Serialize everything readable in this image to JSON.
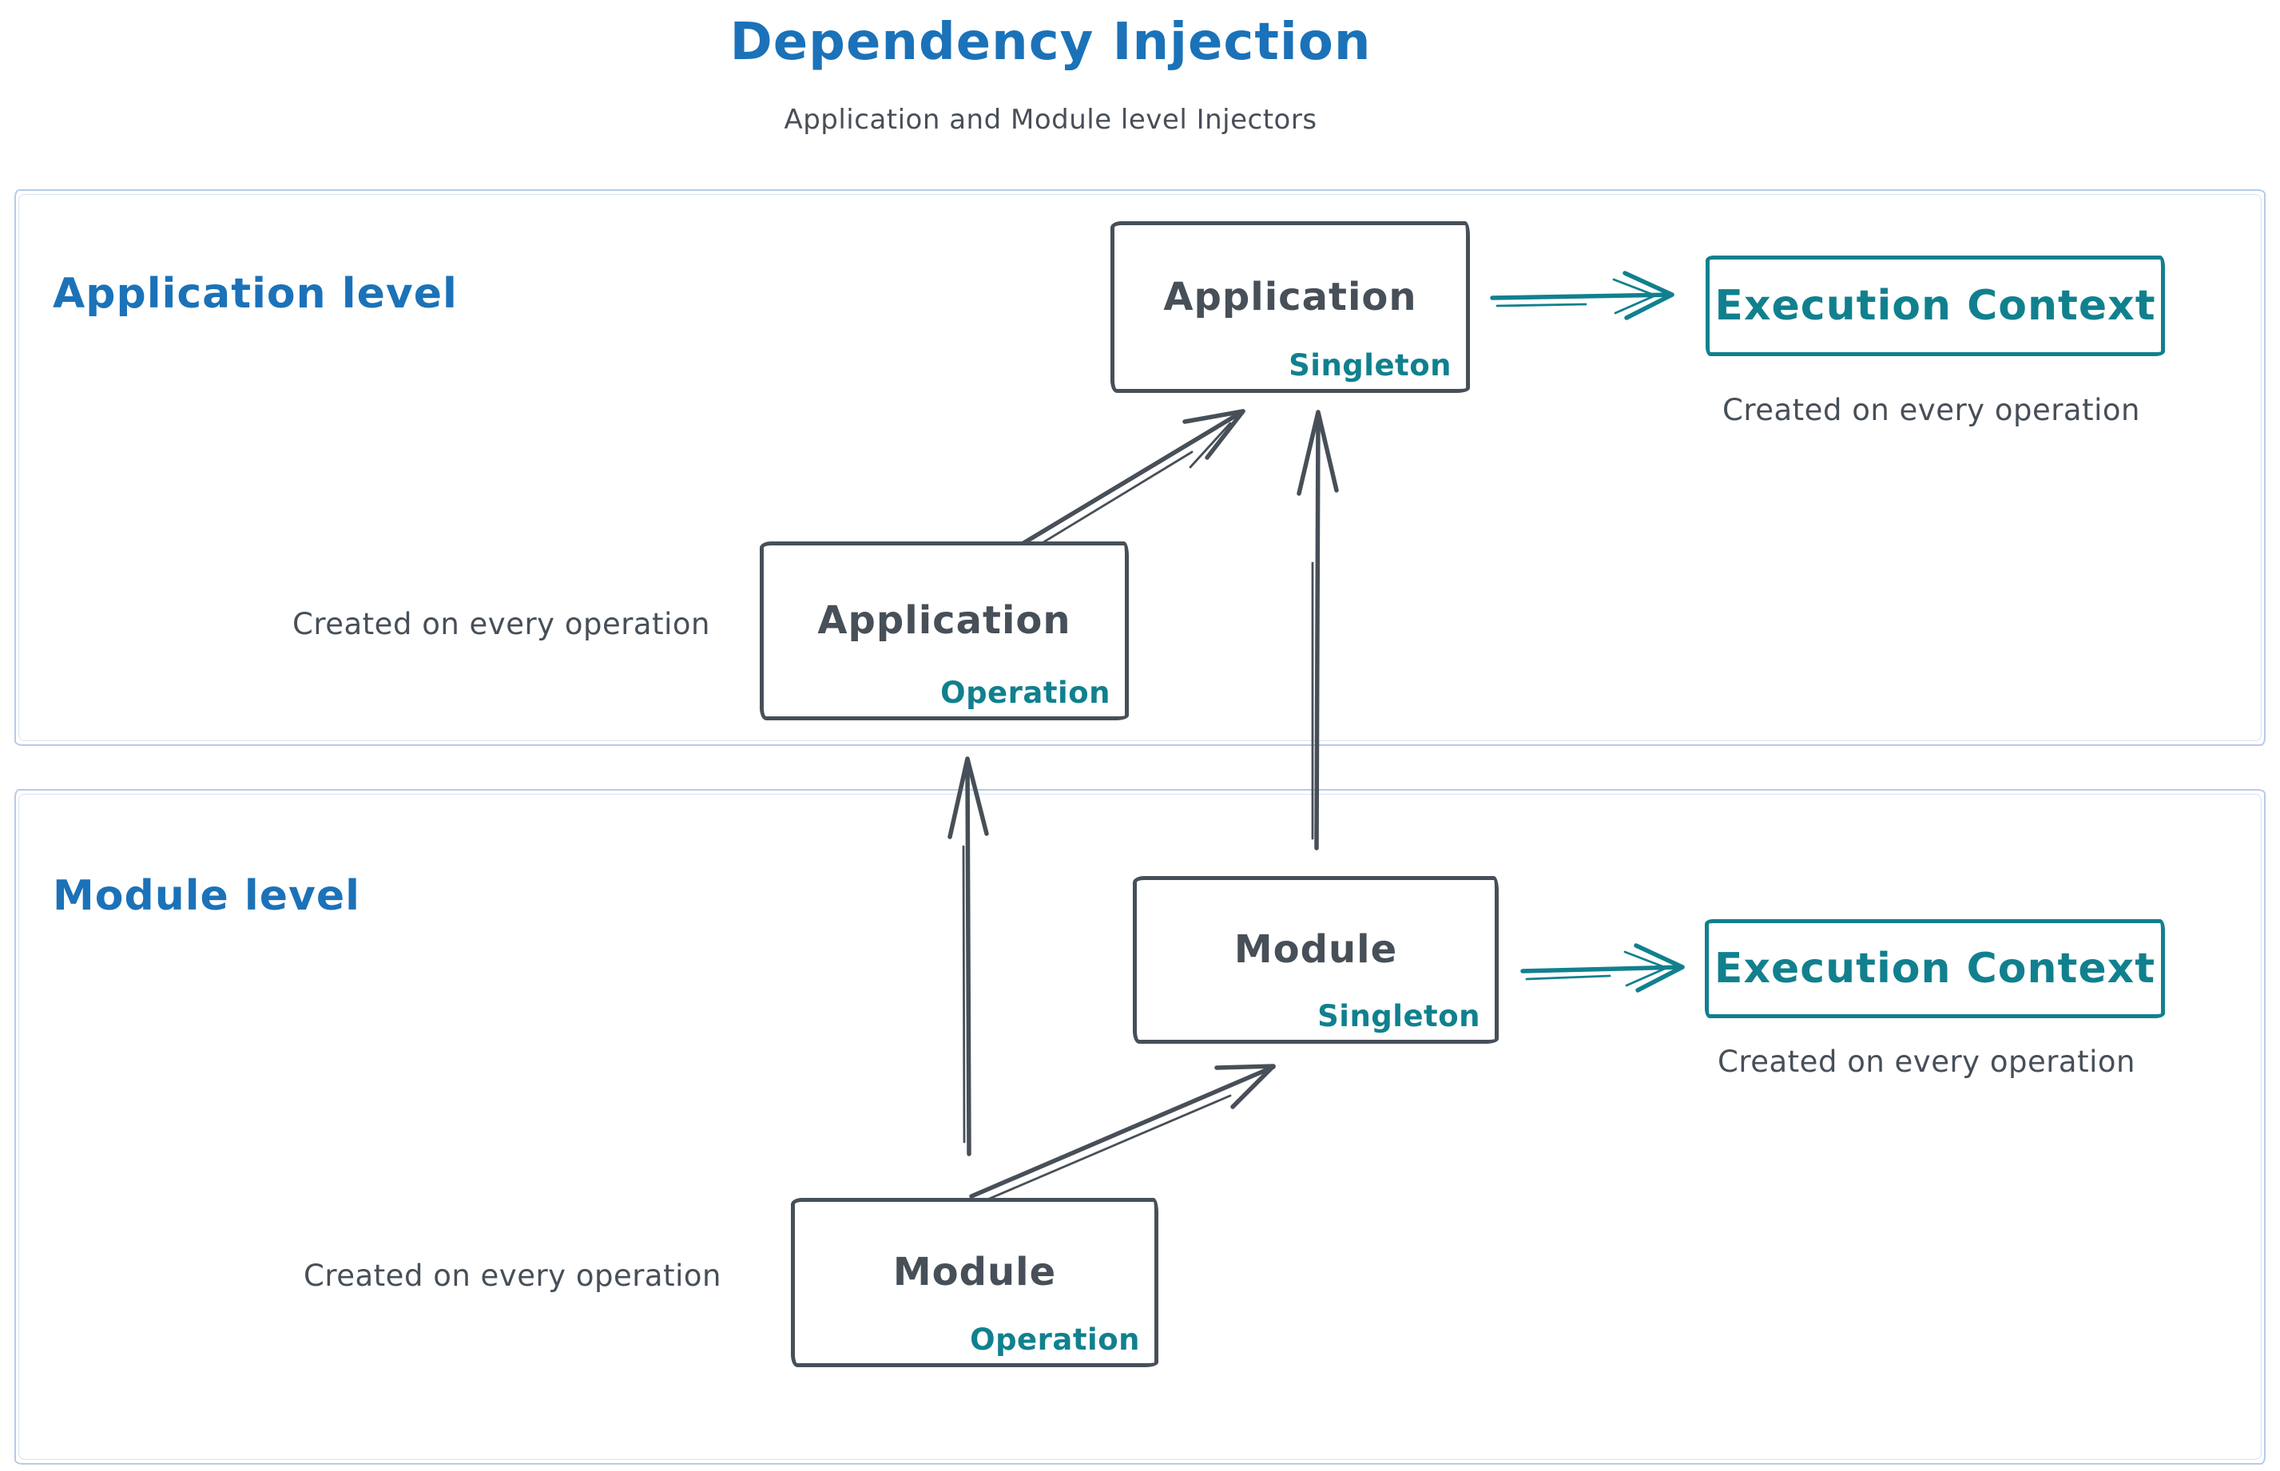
{
  "title": "Dependency Injection",
  "subtitle": "Application and Module level Injectors",
  "colors": {
    "blue": "#1b72b8",
    "ink": "#474f58",
    "teal": "#11808e",
    "container_border": "#b7cbe7"
  },
  "sections": {
    "application": {
      "label": "Application level"
    },
    "module": {
      "label": "Module level"
    }
  },
  "nodes": {
    "app_singleton": {
      "title": "Application",
      "badge": "Singleton"
    },
    "app_operation": {
      "title": "Application",
      "badge": "Operation"
    },
    "module_singleton": {
      "title": "Module",
      "badge": "Singleton"
    },
    "module_operation": {
      "title": "Module",
      "badge": "Operation"
    },
    "exec_context_app": {
      "title": "Execution Context",
      "note": "Created on every operation"
    },
    "exec_context_module": {
      "title": "Execution Context",
      "note": "Created on every operation"
    }
  },
  "annotations": {
    "app_operation_note": "Created on every operation",
    "module_operation_note": "Created on every operation"
  }
}
